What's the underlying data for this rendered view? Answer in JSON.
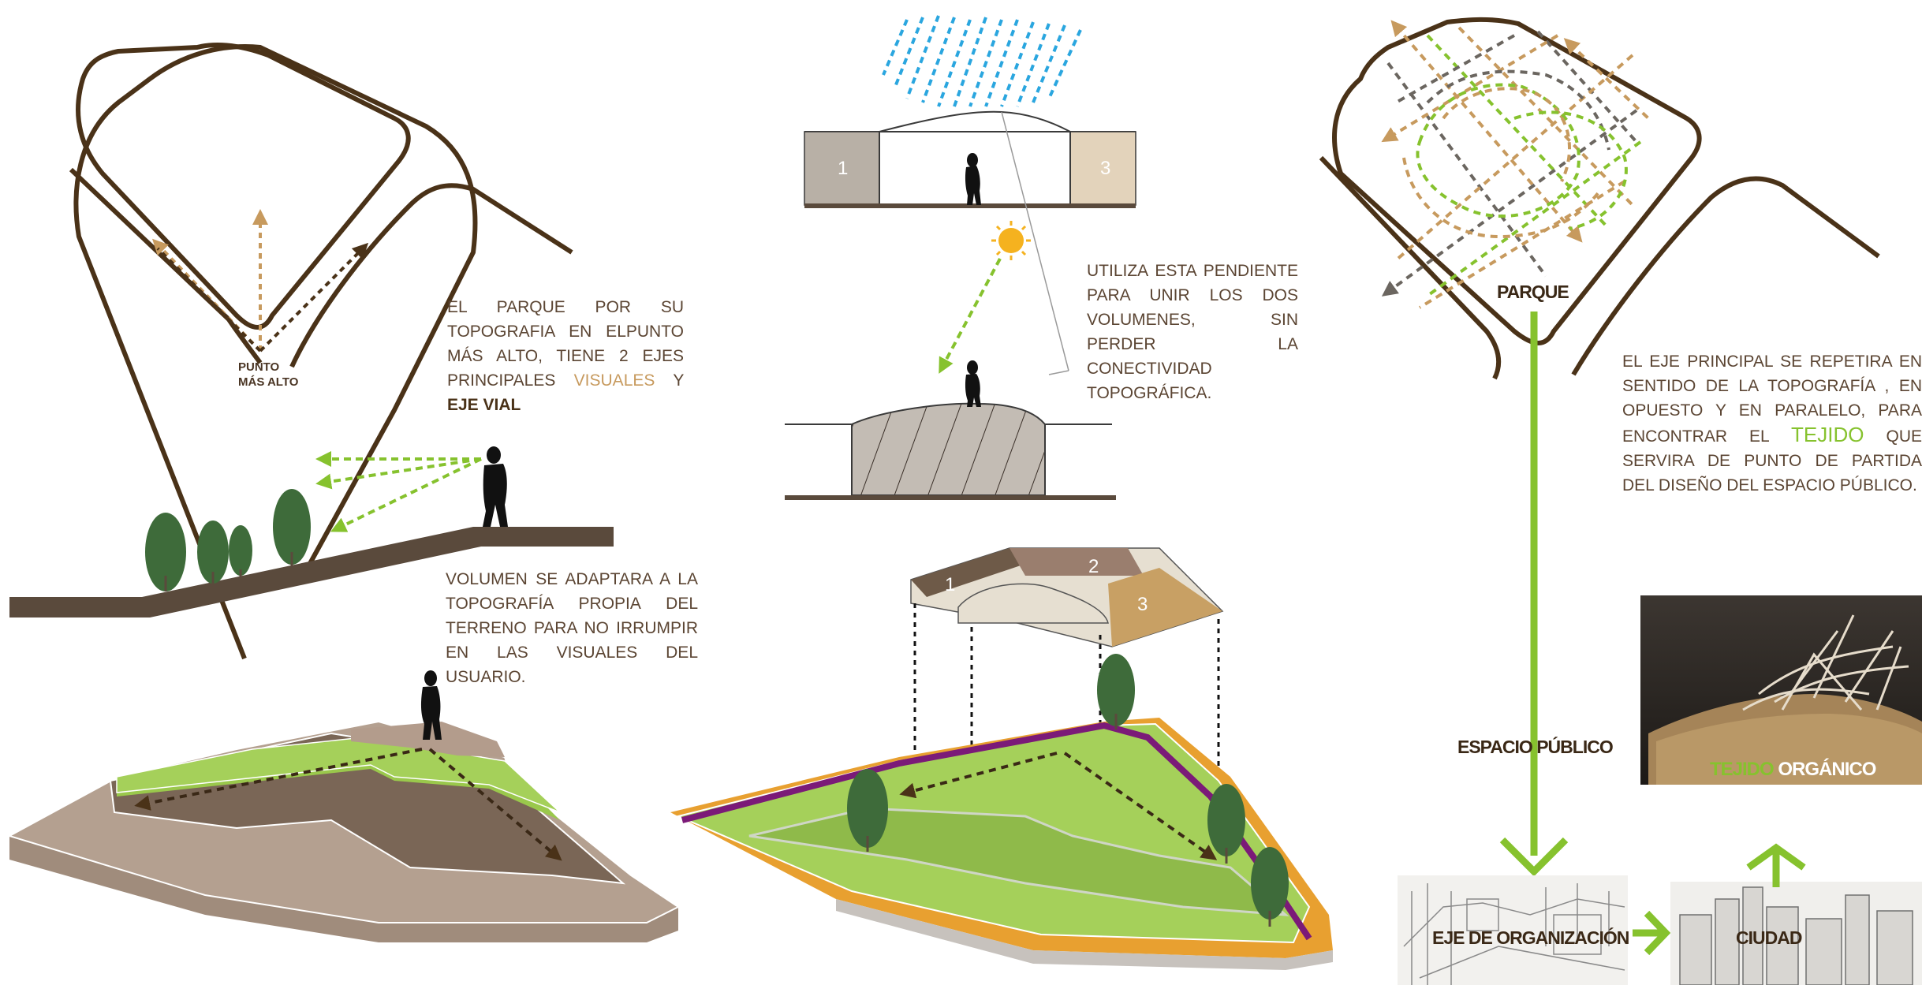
{
  "labels": {
    "punto_line1": "PUNTO",
    "punto_line2": "MÁS ALTO",
    "vol1": "1",
    "vol2": "2",
    "vol3": "3",
    "parque": "PARQUE",
    "espacio_publico": "ESPACIO PÚBLICO",
    "eje_organizacion": "EJE DE ORGANIZACIÓN",
    "ciudad": "CIUDAD",
    "tejido_word": "TEJIDO",
    "organico_word": "ORGÁNICO"
  },
  "texts": {
    "parque_text": {
      "part1": "EL PARQUE POR SU TOPOGRAFIA EN ELPUNTO MÁS ALTO, TIENE 2 EJES PRINCIPALES ",
      "visuales": "VISUALES",
      "part2": " Y ",
      "eje_vial": "EJE VIAL"
    },
    "volumen_text": "VOLUMEN SE ADAPTARA A LA TOPOGRAFÍA PROPIA DEL TERRENO PARA NO IRRUMPIR EN LAS VISUALES DEL USUARIO.",
    "pendiente_text": "UTILIZA ESTA PENDIENTE PARA UNIR LOS DOS VOLUMENES, SIN PERDER LA CONECTIVIDAD TOPOGRÁFICA.",
    "eje_text": {
      "part1": "EL EJE PRINCIPAL SE REPETIRA EN SENTIDO DE LA TOPOGRAFÍA , EN OPUESTO Y EN PARALELO, PARA ENCONTRAR EL ",
      "tejido": "TEJIDO",
      "part2": " QUE SERVIRA DE PUNTO DE PARTIDA DEL DISEÑO DEL ESPACIO PÚBLICO."
    }
  },
  "colors": {
    "outline_brown": "#4a3218",
    "text_brown": "#5b4533",
    "tan": "#c79a5e",
    "green": "#86c22e",
    "lawn": "#a5d05a",
    "terrain": "#a08c7c",
    "purple": "#7b1a78",
    "orange": "#e8a030",
    "rain_blue": "#2aa6df"
  }
}
